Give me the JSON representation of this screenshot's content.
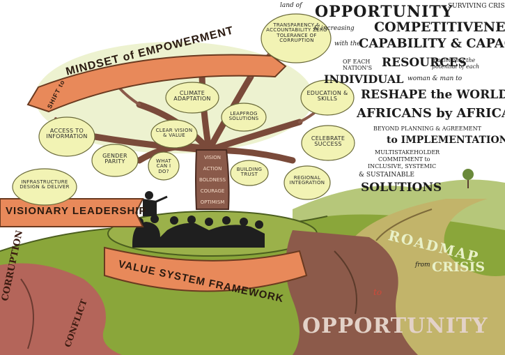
{
  "headline": {
    "land_of": "land of",
    "opportunity": "OPPORTUNITY",
    "surviving_crises": "SURVIVING CRISES",
    "increasing": "& increasing",
    "competitiveness": "COMPETITIVENESS",
    "with_the": "with the",
    "capability_capacity": "CAPABILITY & CAPACITY",
    "of_each_nations": "OF EACH NATION'S",
    "resources": "RESOURCES",
    "maximizing": "maximizing the potential of each",
    "individual": "INDIVIDUAL",
    "woman_man_to": "woman & man to",
    "reshape": "RESHAPE the WORLD",
    "africans": "AFRICANS by AFRICANS",
    "beyond": "BEYOND PLANNING & AGREEMENT",
    "to_implementation": "to IMPLEMENTATION;",
    "multistakeholder": "MULTISTAKEHOLDER",
    "commitment_to": "COMMITMENT to",
    "inclusive": "INCLUSIVE, SYSTEMIC",
    "sustainable": "& SUSTAINABLE",
    "solutions": "SOLUTIONS"
  },
  "banners": {
    "shift_to": "SHIFT to",
    "mindset": "MINDSET of EMPOWERMENT",
    "visionary": "VISIONARY LEADERSHIP",
    "value_system": "VALUE SYSTEM FRAMEWORK"
  },
  "clouds": [
    {
      "text": "TRANSPARENCY & ACCOUNTABILITY ZERO TOLERANCE OF CORRUPTION"
    },
    {
      "text": "CLIMATE ADAPTATION"
    },
    {
      "text": "EDUCATION & SKILLS"
    },
    {
      "text": "LEAPFROG SOLUTIONS"
    },
    {
      "text": "ACCESS TO INFORMATION"
    },
    {
      "text": "CLEAR VISION & VALUE"
    },
    {
      "text": "CELEBRATE SUCCESS"
    },
    {
      "text": "GENDER PARITY"
    },
    {
      "text": "WHAT CAN I DO?"
    },
    {
      "text": "BUILDING TRUST"
    },
    {
      "text": "REGIONAL INTEGRATION"
    },
    {
      "text": "INFRASTRUCTURE DESIGN & DELIVER"
    }
  ],
  "trunk_words": [
    "VISION",
    "ACTION",
    "BOLDNESS",
    "COURAGE",
    "OPTIMISM"
  ],
  "road": {
    "roadmap": "ROADMAP",
    "from": "from",
    "crisis": "CRISIS",
    "to": "to",
    "opportunity": "OPPORTUNITY"
  },
  "cliff": {
    "corruption": "CORRUPTION",
    "conflict": "CONFLICT"
  },
  "colors": {
    "banner": "#e8895a",
    "hill": "#8aa63a",
    "trunk": "#8a5a4a",
    "cliff": "#b4655a",
    "cloud": "#f2f3b4",
    "road": "#8fae5a"
  }
}
